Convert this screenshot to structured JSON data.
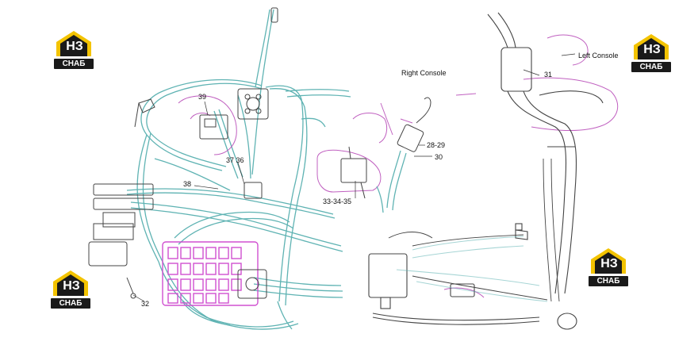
{
  "diagram": {
    "labels": {
      "left_console": "Left Console",
      "right_console": "Right Console",
      "p31": "31",
      "p28_29": "28-29",
      "p30": "30",
      "p33_35": "33-34-35",
      "p39": "39",
      "p37_36": "37 36",
      "p38": "38",
      "p32": "32"
    }
  },
  "brand": {
    "letters": "НЗ",
    "caption": "СНАБ",
    "colors": {
      "yellow": "#f3c300",
      "dark": "#1a1a1a"
    }
  },
  "colors": {
    "hose": "#5fb3b3",
    "console": "#c060c0",
    "valve": "#d050d0",
    "line": "#444444"
  }
}
